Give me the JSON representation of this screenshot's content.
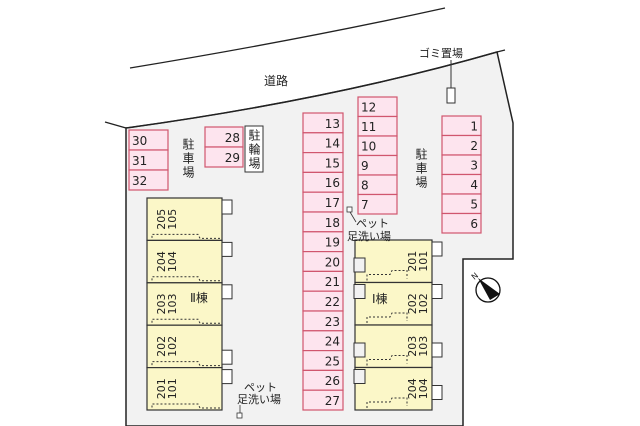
{
  "road_label": "道路",
  "garbage_label": "ゴミ置場",
  "bike_parking_label": "駐輪場",
  "parking_label": "駐車場",
  "pet_wash_label_line1": "ペット",
  "pet_wash_label_line2": "足洗い場",
  "compass_label": "N",
  "parking_groups": {
    "left": [
      "30",
      "31",
      "32"
    ],
    "bike_side": [
      "28",
      "29"
    ],
    "center": [
      "13",
      "14",
      "15",
      "16",
      "17",
      "18",
      "19",
      "20",
      "21",
      "22",
      "23",
      "24",
      "25",
      "26",
      "27"
    ],
    "center_right": [
      "12",
      "11",
      "10",
      "9",
      "8",
      "7"
    ],
    "right": [
      "1",
      "2",
      "3",
      "4",
      "5",
      "6"
    ]
  },
  "building_2": {
    "name": "Ⅱ棟",
    "units": [
      [
        "205",
        "105"
      ],
      [
        "204",
        "104"
      ],
      [
        "203",
        "103"
      ],
      [
        "202",
        "102"
      ],
      [
        "201",
        "101"
      ]
    ]
  },
  "building_1": {
    "name": "Ⅰ棟",
    "units": [
      [
        "201",
        "101"
      ],
      [
        "202",
        "102"
      ],
      [
        "203",
        "103"
      ],
      [
        "204",
        "104"
      ]
    ]
  },
  "colors": {
    "parking_fill": "#fde4ee",
    "parking_stroke": "#d0566e",
    "building_fill": "#fbf7c8",
    "lot_fill": "#f2f2f2"
  }
}
